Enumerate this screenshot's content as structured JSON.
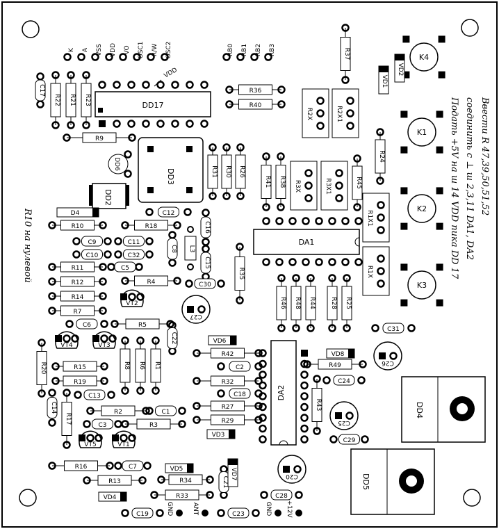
{
  "header_pins": [
    "K",
    "A",
    "VSS",
    "VDD",
    "VO",
    "OSC1",
    "R/W",
    "OSC2",
    "RB0",
    "RB1",
    "RB2",
    "RB3"
  ],
  "chips": {
    "dd17": "DD17",
    "dd3": "DD3",
    "dd2": "DD2",
    "da1": "DA1",
    "da2": "DA2",
    "dd4": "DD4",
    "dd5": "DD5"
  },
  "vdd_marker": "VDD",
  "keys": [
    "K4",
    "K1",
    "K2",
    "K3"
  ],
  "connectors": [
    "R2X",
    "R2X1",
    "R3X",
    "R3X1",
    "R1X1",
    "R1X"
  ],
  "resistors": {
    "r22": "R22",
    "r21": "R21",
    "r23": "R23",
    "r9": "R9",
    "r36": "R36",
    "r40": "R40",
    "r37": "R37",
    "r24": "R24",
    "r31": "R31",
    "r30": "R30",
    "r26": "R26",
    "r41": "R41",
    "r38": "R38",
    "r45": "R45",
    "r10": "R10",
    "r18": "R18",
    "r11": "R11",
    "r12": "R12",
    "r14": "R14",
    "r7": "R7",
    "r4": "R4",
    "r5": "R5",
    "r35": "R35",
    "r46": "R46",
    "r48": "R48",
    "r44": "R44",
    "r28": "R28",
    "r25": "R25",
    "r20": "R20",
    "r15": "R15",
    "r19": "R19",
    "r8": "R8",
    "r6": "R6",
    "r1": "R1",
    "r42": "R42",
    "r32": "R32",
    "r27": "R27",
    "r29": "R29",
    "r49": "R49",
    "r43": "R43",
    "r17": "R17",
    "r2": "R2",
    "r3": "R3",
    "r16": "R16",
    "r13": "R13",
    "r34": "R34",
    "r33": "R33"
  },
  "capacitors": {
    "c17": "C17",
    "c12": "C12",
    "c9": "C9",
    "c10": "C10",
    "c11": "C11",
    "c32": "C32",
    "c5": "C5",
    "c8": "C8",
    "c16": "C16",
    "c15": "C15",
    "c30": "C30",
    "c27": "C27",
    "c6": "C6",
    "c22": "C22",
    "c31": "C31",
    "c26": "C26",
    "c13": "C13",
    "c14": "C14",
    "c1": "C1",
    "c3": "C3",
    "c7": "C7",
    "c18": "C18",
    "c21": "C21",
    "c20": "C20",
    "c28": "C28",
    "c24": "C24",
    "c25": "C25",
    "c29": "C29",
    "c23": "C23",
    "c19": "C19",
    "c2": "C2"
  },
  "inductor": "L3",
  "diodes": {
    "vd1": "VD1",
    "vd2": "VD2",
    "vd6": "VD6",
    "vd8": "VD8",
    "vd3": "VD3",
    "vd5": "VD5",
    "vd7": "VD7",
    "vd4": "VD4",
    "dd6": "DD6",
    "d4": "D4"
  },
  "transistors": {
    "vt2": "VT2",
    "vt4": "VT4",
    "vt3": "VT3",
    "vt5": "VT5",
    "vt1": "VT1"
  },
  "bottom_pins": [
    "GND",
    "ANT",
    "GND",
    "+12V"
  ],
  "notes": {
    "left": "R10 на нулевой",
    "right_lines": [
      "Ввести R 47,39,50,51,52",
      "соединить с ⊥ ш 2,3,11 DA1, DA2",
      "Подать +5V на ш 14 VDD пика DD 17"
    ]
  }
}
